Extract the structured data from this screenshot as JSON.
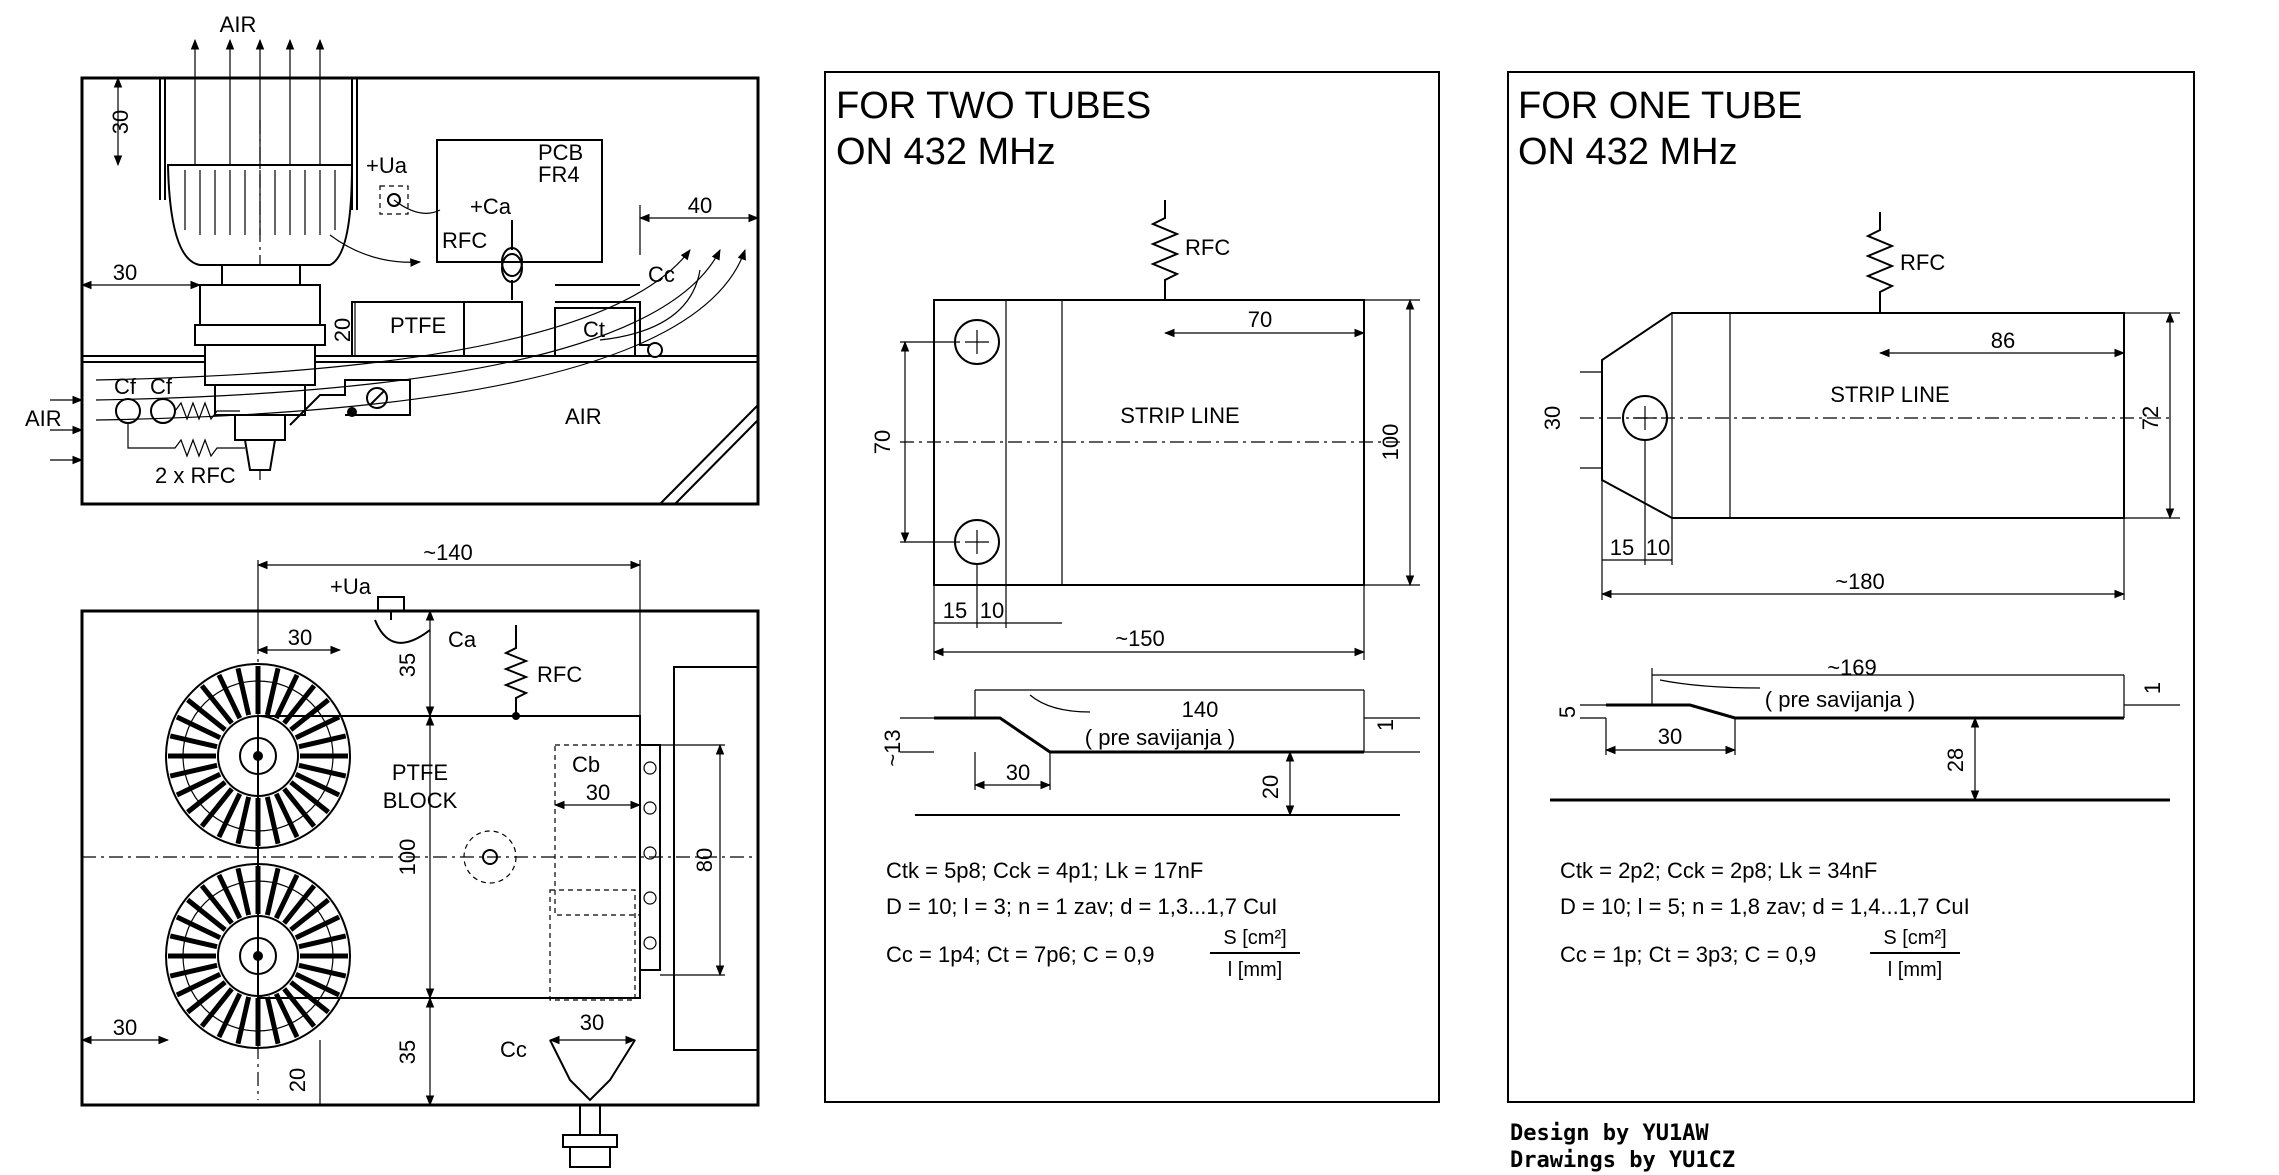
{
  "top_view": {
    "air_top": "AIR",
    "air_left": "AIR",
    "air_channel": "AIR",
    "dim_30_vertical": "30",
    "dim_30_horizontal": "30",
    "dim_40": "40",
    "dim_20": "20",
    "pcb_line1": "PCB",
    "pcb_line2": "FR4",
    "plus_ua": "+Ua",
    "plus_ca": "+Ca",
    "rfc": "RFC",
    "ptfe": "PTFE",
    "ct": "Ct",
    "cc": "Cc",
    "cf1": "Cf",
    "cf2": "Cf",
    "two_rfc": "2 x RFC"
  },
  "bottom_view": {
    "dim_140": "~140",
    "plus_ua": "+Ua",
    "dim_30_top": "30",
    "dim_35_top": "35",
    "ca": "Ca",
    "rfc": "RFC",
    "ptfe_line1": "PTFE",
    "ptfe_line2": "BLOCK",
    "cb": "Cb",
    "dim_30_cb": "30",
    "dim_100": "100",
    "dim_80": "80",
    "dim_30_left": "30",
    "dim_35_bottom": "35",
    "dim_20": "20",
    "cc": "Cc",
    "dim_30_cc": "30"
  },
  "two_tubes": {
    "title_line1": "FOR TWO TUBES",
    "title_line2": "ON 432 MHz",
    "rfc": "RFC",
    "dim_70_top": "70",
    "strip_line": "STRIP LINE",
    "dim_70_left": "70",
    "dim_100": "100",
    "dim_15": "15",
    "dim_10": "10",
    "dim_150": "~150",
    "dim_140": "140",
    "pre_savijanja": "( pre savijanja )",
    "dim_13": "~13",
    "dim_1": "1",
    "dim_30": "30",
    "dim_20": "20",
    "formula_line1": "Ctk = 5p8;   Cck = 4p1;   Lk = 17nF",
    "formula_line2": "D = 10;   l = 3;   n = 1 zav;   d = 1,3...1,7 CuI",
    "formula_line3": "Cc = 1p4;   Ct = 7p6;   C = 0,9",
    "fraction_num": "S [cm²]",
    "fraction_den": "l [mm]"
  },
  "one_tube": {
    "title_line1": "FOR ONE TUBE",
    "title_line2": "ON 432 MHz",
    "rfc": "RFC",
    "dim_86": "86",
    "strip_line": "STRIP LINE",
    "dim_30_left": "30",
    "dim_72": "72",
    "dim_15": "15",
    "dim_10": "10",
    "dim_180": "~180",
    "dim_169": "~169",
    "pre_savijanja": "( pre savijanja )",
    "dim_5": "5",
    "dim_1": "1",
    "dim_30": "30",
    "dim_28": "28",
    "formula_line1": "Ctk = 2p2;   Cck = 2p8;   Lk = 34nF",
    "formula_line2": "D = 10;   l = 5;   n = 1,8 zav;   d = 1,4...1,7 CuI",
    "formula_line3": "Cc = 1p;   Ct = 3p3;   C = 0,9",
    "fraction_num": "S [cm²]",
    "fraction_den": "l [mm]"
  },
  "credits": {
    "design": "Design by YU1AW",
    "drawings": "Drawings by YU1CZ"
  }
}
